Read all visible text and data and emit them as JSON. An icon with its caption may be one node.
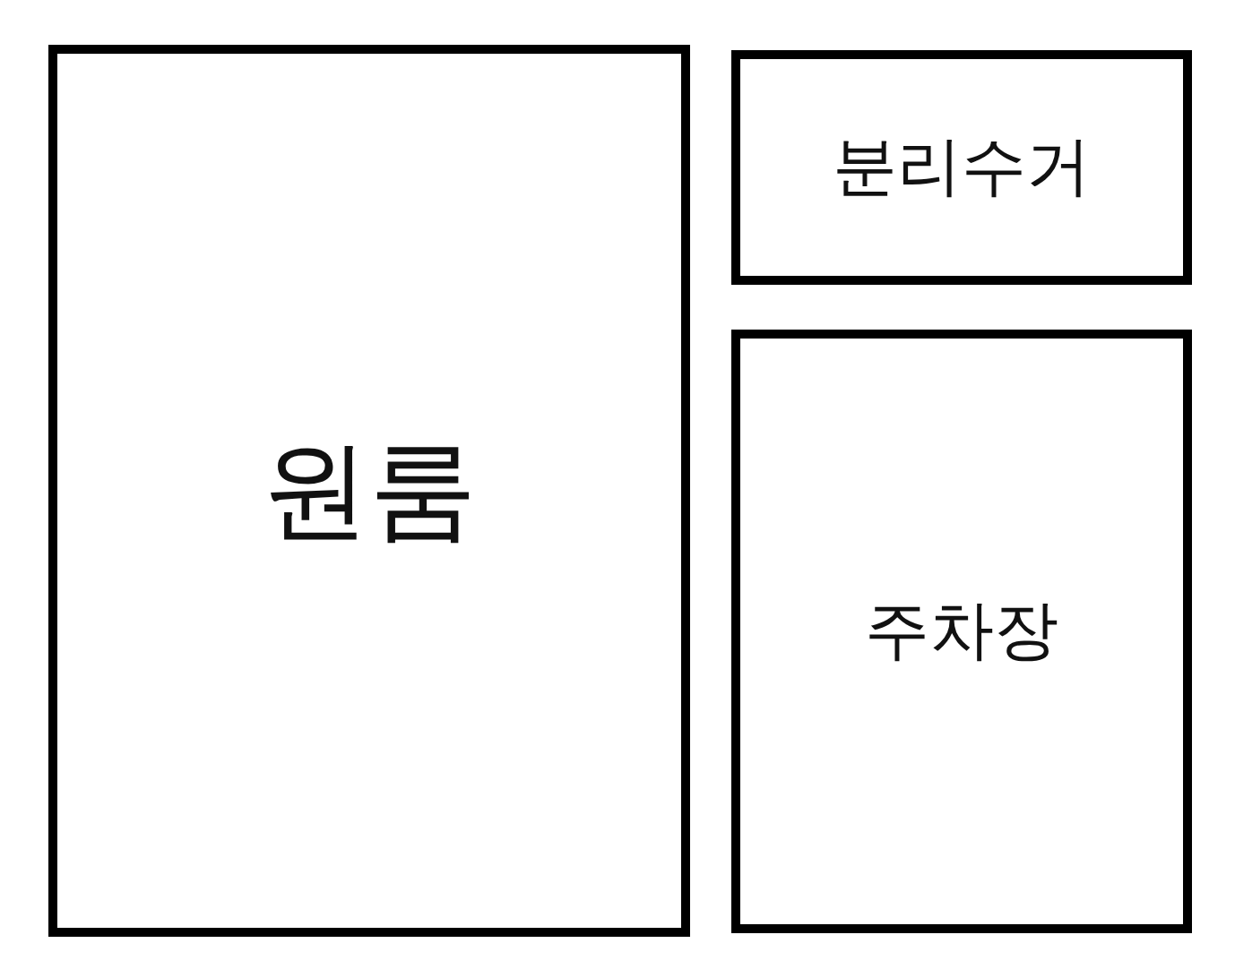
{
  "diagram": {
    "nodes": [
      {
        "text": [
          "원룸"
        ]
      },
      {
        "text": [
          "분리수거"
        ]
      },
      {
        "text": [
          "주차장"
        ]
      }
    ]
  }
}
